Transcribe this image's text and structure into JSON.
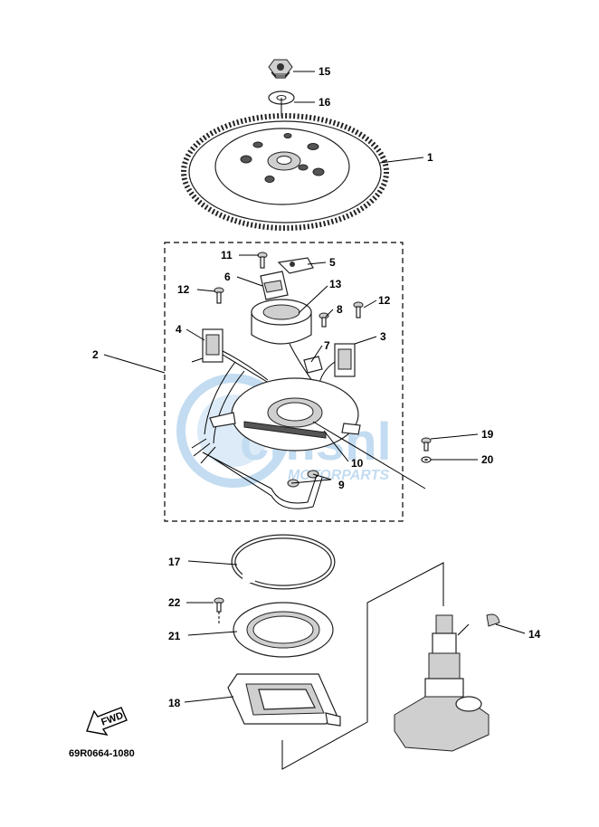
{
  "watermark": {
    "logo_text": "cmsnl",
    "tagline": "MOTORPARTS"
  },
  "diagram_code": "69R0664-1080",
  "fwd_label": "FWD",
  "callouts": {
    "c1": "1",
    "c2": "2",
    "c3": "3",
    "c4": "4",
    "c5": "5",
    "c6": "6",
    "c7": "7",
    "c8": "8",
    "c9": "9",
    "c10": "10",
    "c11": "11",
    "c12a": "12",
    "c12b": "12",
    "c13": "13",
    "c14": "14",
    "c15": "15",
    "c16": "16",
    "c17": "17",
    "c18": "18",
    "c19": "19",
    "c20": "20",
    "c21": "21",
    "c22": "22"
  },
  "colors": {
    "line": "#000000",
    "watermark": "#b9d6ef"
  }
}
